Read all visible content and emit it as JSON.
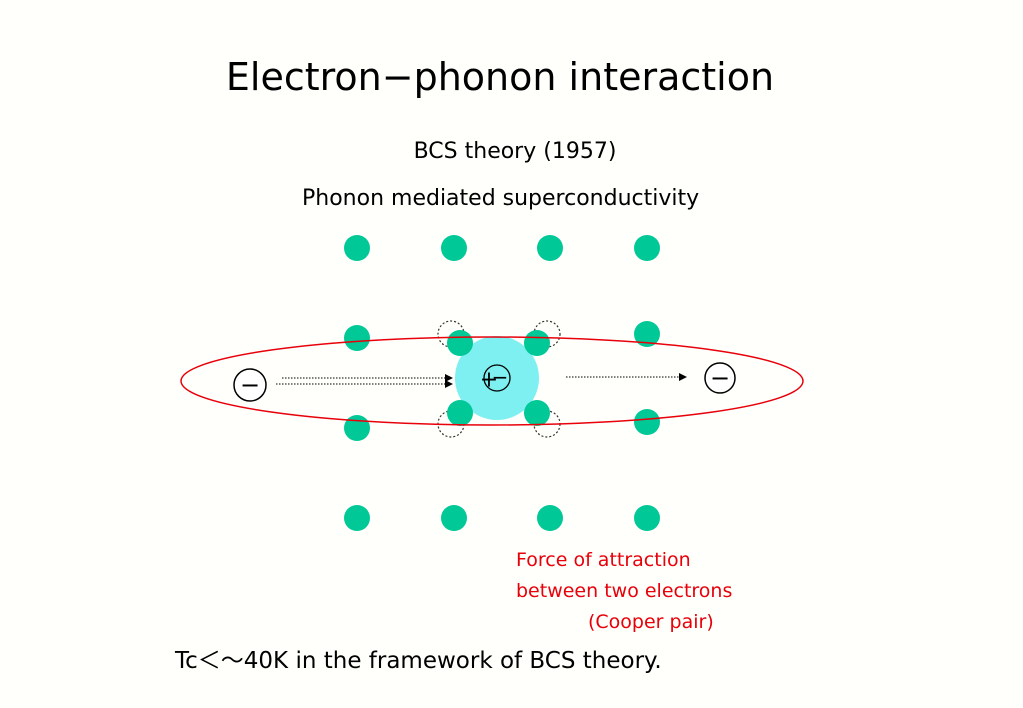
{
  "slide": {
    "title": "Electron−phonon interaction",
    "subtitle": "BCS theory (1957)",
    "subheading": "Phonon mediated superconductivity",
    "note_lines": [
      "Force of attraction",
      "between two electrons",
      "(Cooper pair)"
    ],
    "footer": "Tc＜～40K in the framework of BCS theory."
  },
  "symbols": {
    "electron": "−",
    "positive": "+"
  },
  "colors": {
    "ion": "#00c896",
    "polarization_cloud": "#7ff0f2",
    "pair_ellipse": "#e8000b",
    "note_text": "#e8000b"
  }
}
